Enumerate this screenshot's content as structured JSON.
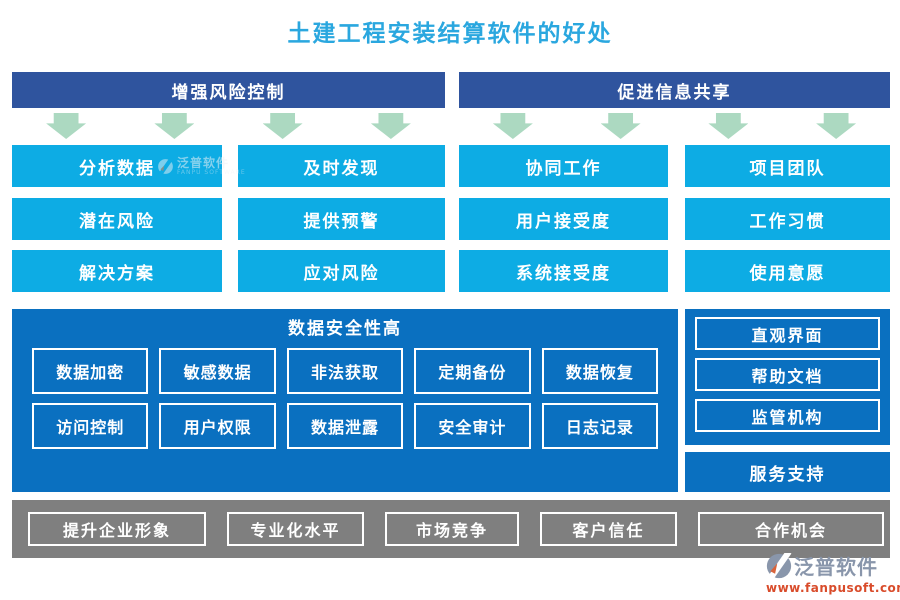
{
  "title": "土建工程安装结算软件的好处",
  "risk": {
    "header": "增强风险控制",
    "items": [
      "分析数据",
      "及时发现",
      "潜在风险",
      "提供预警",
      "解决方案",
      "应对风险"
    ]
  },
  "share": {
    "header": "促进信息共享",
    "items": [
      "协同工作",
      "项目团队",
      "用户接受度",
      "工作习惯",
      "系统接受度",
      "使用意愿"
    ]
  },
  "security": {
    "title": "数据安全性高",
    "row1": [
      "数据加密",
      "敏感数据",
      "非法获取",
      "定期备份",
      "数据恢复"
    ],
    "row2": [
      "访问控制",
      "用户权限",
      "数据泄露",
      "安全审计",
      "日志记录"
    ]
  },
  "support": {
    "items": [
      "直观界面",
      "帮助文档",
      "监管机构"
    ],
    "service": "服务支持"
  },
  "market": {
    "items": [
      "提升企业形象",
      "专业化水平",
      "市场竞争",
      "客户信任",
      "合作机会"
    ]
  },
  "brand": {
    "name": "泛普软件",
    "url": "www.fanpusoft.com"
  },
  "watermark": {
    "name": "泛普软件",
    "sub": "FANPU SOFTWARE"
  },
  "colors": {
    "title_blue": "#2AA7DF",
    "header_navy": "#2F549E",
    "item_blue": "#0DACE4",
    "panel_blue": "#0A70C0",
    "bar_gray": "#7F7F7F",
    "arrow_green": "#ACD9C1",
    "brand_gray": "#8996AB",
    "brand_orange": "#D94C2B"
  }
}
